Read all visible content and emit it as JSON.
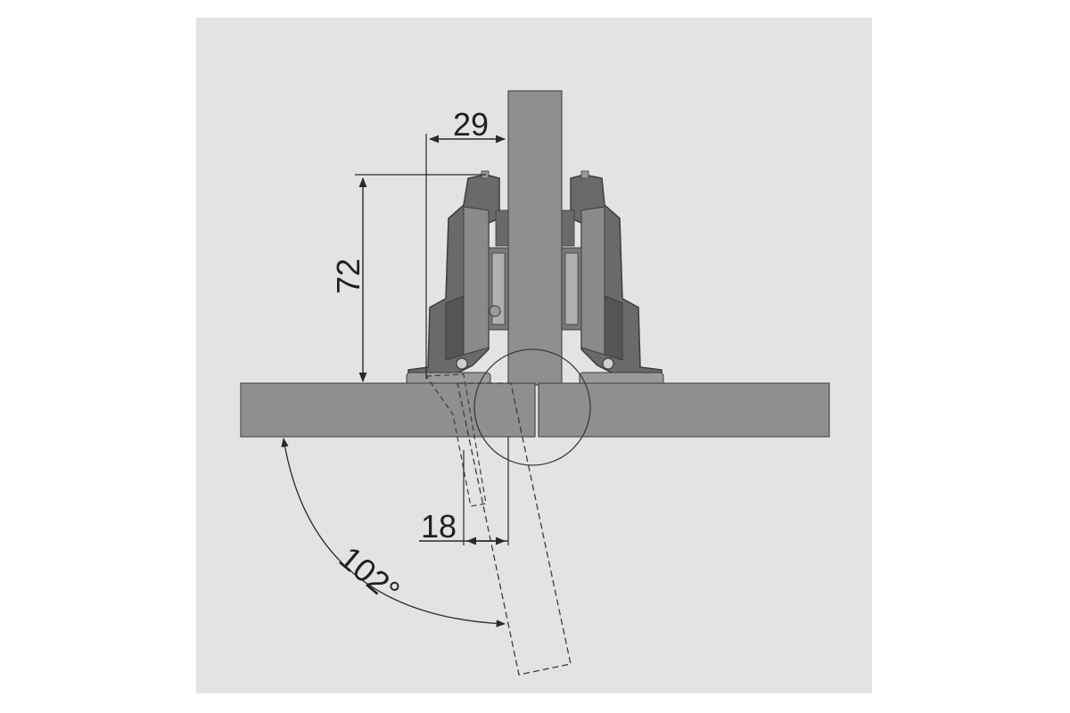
{
  "dimensions": {
    "overlay_width": "29",
    "height": "72",
    "gap": "18",
    "angle": "102°"
  },
  "colors": {
    "background": "#e3e3e3",
    "panel": "#8f8f8f",
    "panel_edge": "#4a4a4a",
    "hinge_dark": "#5b5b5b",
    "hinge_light": "#8a8a8a",
    "line": "#2a2a2a"
  }
}
